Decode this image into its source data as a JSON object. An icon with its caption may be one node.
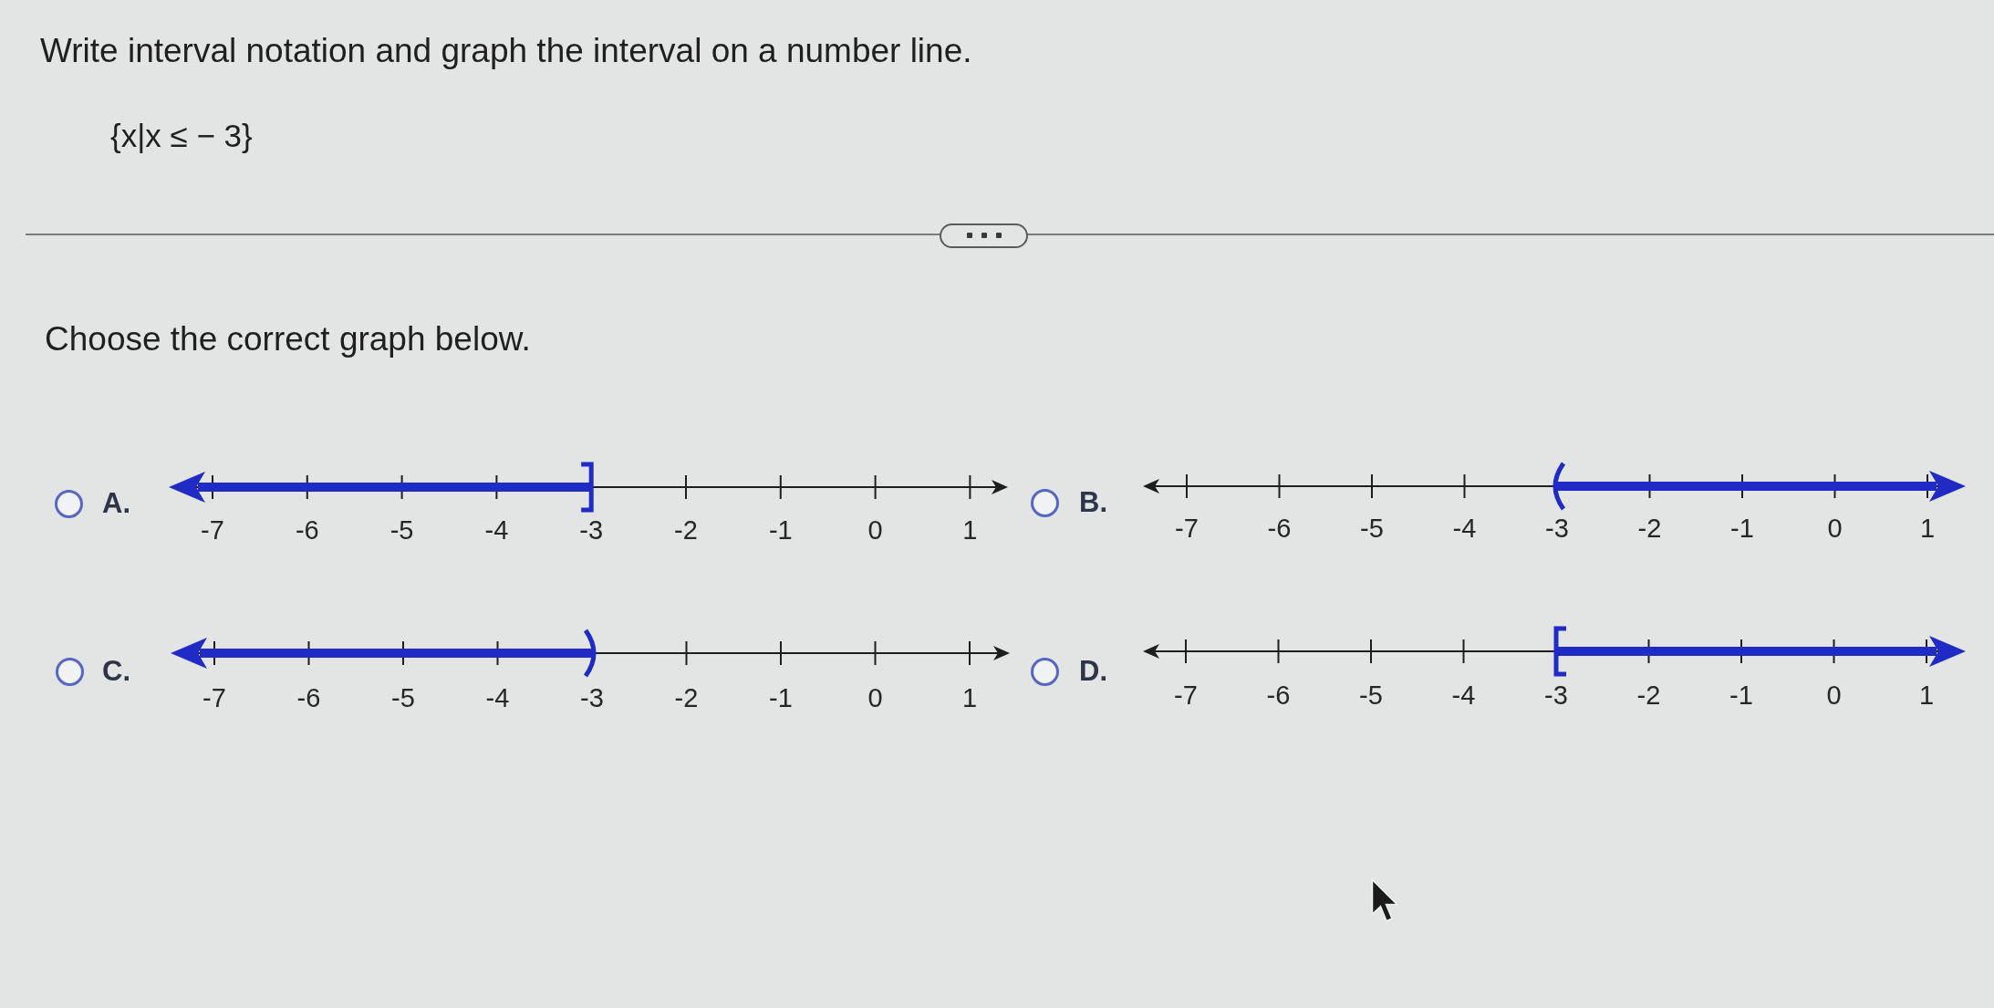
{
  "diagram": {
    "title": "Write interval notation and graph the interval on a number line.",
    "labels": [
      "{x|x ≤ − 3}",
      "Choose the correct graph below.",
      "A.",
      "-7",
      "-6",
      "-5",
      "-4",
      "-3",
      "-2",
      "-1",
      "0",
      "1",
      "B.",
      "-7",
      "-6",
      "-5",
      "-4",
      "-3",
      "-2",
      "-1",
      "0",
      "1",
      "C.",
      "-7",
      "-6",
      "-5",
      "-4",
      "-3",
      "-2",
      "-1",
      "0",
      "1",
      "D.",
      "-7",
      "-6",
      "-5",
      "-4",
      "-3",
      "-2",
      "-1",
      "0",
      "1"
    ]
  }
}
